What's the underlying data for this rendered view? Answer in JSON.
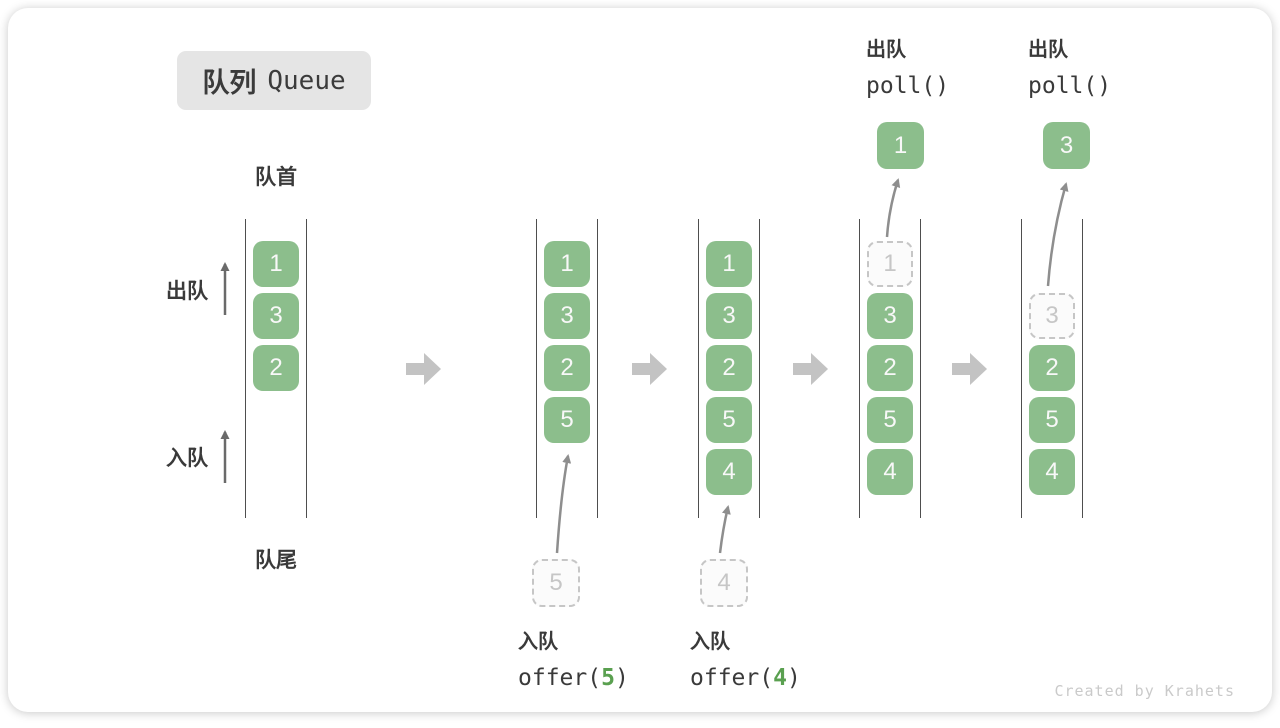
{
  "title": {
    "zh": "队列",
    "en": "Queue"
  },
  "side_labels": {
    "front": "队首",
    "rear": "队尾",
    "dequeue": "出队",
    "enqueue": "入队"
  },
  "ops": {
    "enq5": {
      "label": "入队",
      "pre": "offer(",
      "arg": "5",
      "post": ")"
    },
    "enq4": {
      "label": "入队",
      "pre": "offer(",
      "arg": "4",
      "post": ")"
    },
    "deq1": {
      "label": "出队",
      "code": "poll()"
    },
    "deq3": {
      "label": "出队",
      "code": "poll()"
    }
  },
  "states": [
    {
      "name": "initial",
      "slots": [
        {
          "v": "1"
        },
        {
          "v": "3"
        },
        {
          "v": "2"
        }
      ]
    },
    {
      "name": "after-offer-5",
      "slots": [
        {
          "v": "1"
        },
        {
          "v": "3"
        },
        {
          "v": "2"
        },
        {
          "v": "5"
        }
      ],
      "pending": "5"
    },
    {
      "name": "after-offer-4",
      "slots": [
        {
          "v": "1"
        },
        {
          "v": "3"
        },
        {
          "v": "2"
        },
        {
          "v": "5"
        },
        {
          "v": "4"
        }
      ],
      "pending": "4"
    },
    {
      "name": "after-poll-1",
      "ghost": "1",
      "slots": [
        {
          "v": "3"
        },
        {
          "v": "2"
        },
        {
          "v": "5"
        },
        {
          "v": "4"
        }
      ],
      "popped": "1"
    },
    {
      "name": "after-poll-3",
      "ghost": "3",
      "slots": [
        {
          "v": "2"
        },
        {
          "v": "5"
        },
        {
          "v": "4"
        }
      ],
      "popped": "3"
    }
  ],
  "watermark": "Created by Krahets",
  "colors": {
    "box_green": "#8CBE8C",
    "box_text": "#F8F8F8",
    "code_green": "#5AA050",
    "dashed_gray": "#C6C6C6",
    "block_arrow": "#C3C3C3",
    "line_dark": "#4E4E4E",
    "text_dark": "#3A3A3A",
    "badge_bg": "#E5E5E5",
    "watermark_gray": "#CACACA"
  }
}
